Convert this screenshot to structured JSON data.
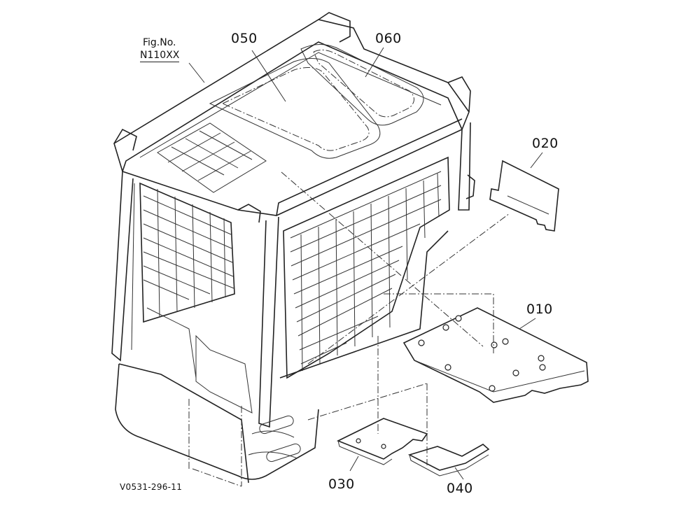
{
  "figure": {
    "fig_no_label": "Fig.No.",
    "fig_no_value": "N110XX",
    "drawing_code": "V0531-296-11"
  },
  "parts": {
    "p010": "010",
    "p020": "020",
    "p030": "030",
    "p040": "040",
    "p050": "050",
    "p060": "060"
  }
}
